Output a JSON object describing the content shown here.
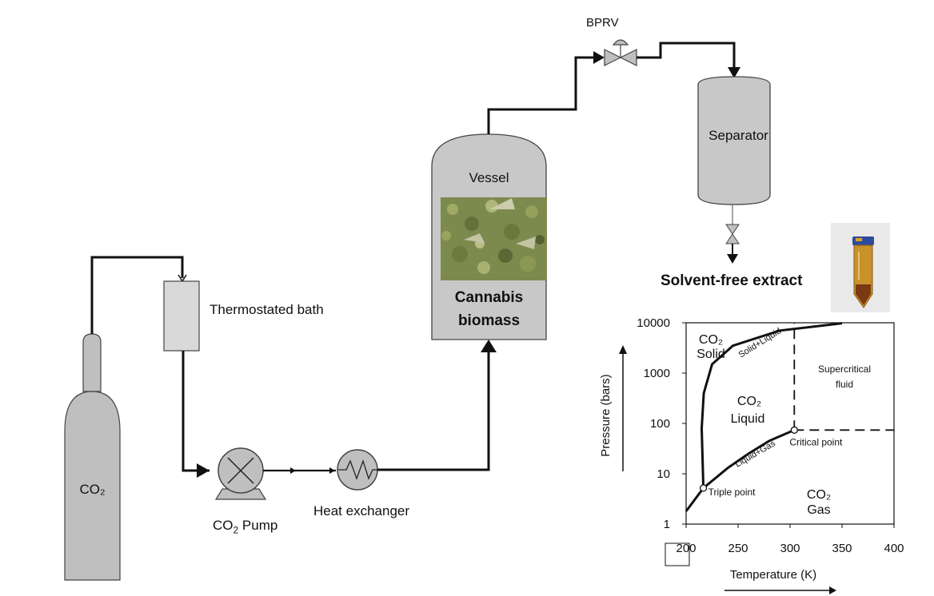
{
  "labels": {
    "co2_cylinder": "CO₂",
    "thermostated_bath": "Thermostated bath",
    "co2_pump_main": "CO",
    "co2_pump_sub": "2",
    "co2_pump_suffix": " Pump",
    "heat_exchanger": "Heat exchanger",
    "vessel": "Vessel",
    "vessel_content_line1": "Cannabis",
    "vessel_content_line2": "biomass",
    "bprv": "BPRV",
    "separator": "Separator",
    "extract": "Solvent-free extract"
  },
  "chart_data": {
    "type": "phase-diagram",
    "xlabel": "Temperature (K)",
    "ylabel": "Pressure (bars)",
    "x_ticks": [
      "200",
      "250",
      "300",
      "350",
      "400"
    ],
    "y_ticks": [
      "1",
      "10",
      "100",
      "1000",
      "10000"
    ],
    "xlim": [
      200,
      400
    ],
    "ylim_log": [
      1,
      10000
    ],
    "regions": [
      {
        "line1": "CO₂",
        "line2": "Solid"
      },
      {
        "line1": "CO₂",
        "line2": "Liquid"
      },
      {
        "line1": "CO₂",
        "line2": "Gas"
      },
      {
        "line1": "Supercritical",
        "line2": "fluid"
      }
    ],
    "curve_labels": [
      "Solid+Liquid",
      "Liquid+Gas"
    ],
    "points": [
      {
        "name": "Triple point",
        "T": 216.6,
        "P": 5.2
      },
      {
        "name": "Critical point",
        "T": 304.1,
        "P": 73.8
      }
    ],
    "boundaries": {
      "solid_gas": [
        [
          200,
          1.8
        ],
        [
          216.6,
          5.2
        ]
      ],
      "liquid_gas": [
        [
          216.6,
          5.2
        ],
        [
          240,
          13
        ],
        [
          260,
          25
        ],
        [
          280,
          45
        ],
        [
          304.1,
          73.8
        ]
      ],
      "solid_liquid": [
        [
          216.6,
          5.2
        ],
        [
          215,
          80
        ],
        [
          217,
          400
        ],
        [
          225,
          1500
        ],
        [
          245,
          3500
        ],
        [
          290,
          7000
        ],
        [
          350,
          9800
        ]
      ],
      "dashed": [
        [
          [
            304.1,
            73.8
          ],
          [
            304.1,
            10000
          ]
        ],
        [
          [
            304.1,
            73.8
          ],
          [
            400,
            73.8
          ]
        ]
      ]
    }
  }
}
